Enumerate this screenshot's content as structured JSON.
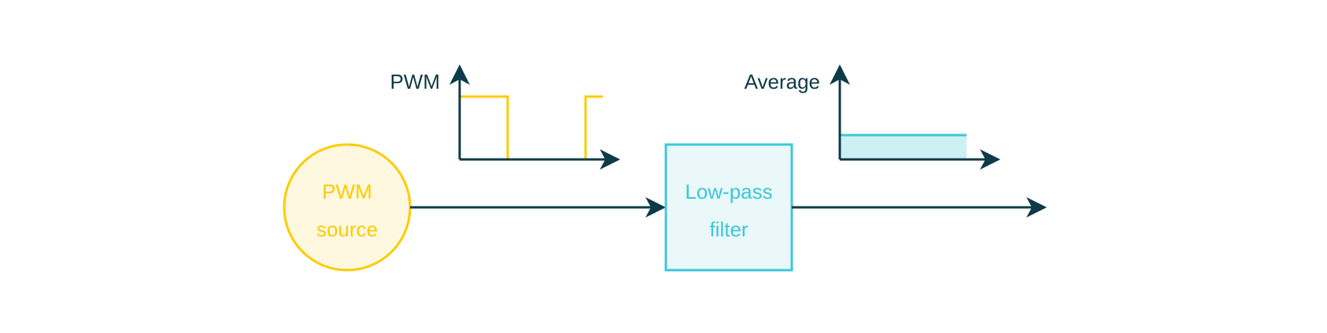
{
  "diagram": {
    "source": {
      "line1": "PWM",
      "line2": "source"
    },
    "filter": {
      "line1": "Low-pass",
      "line2": "filter"
    },
    "pwm_plot": {
      "label": "PWM"
    },
    "average_plot": {
      "label": "Average"
    }
  },
  "colors": {
    "dark": "#0f3a47",
    "yellow": "#fecb00",
    "yellow_fill": "#fff8e1",
    "cyan": "#3cc8d8",
    "cyan_fill": "#eaf8f9",
    "cyan_area": "#cdf0f4"
  }
}
